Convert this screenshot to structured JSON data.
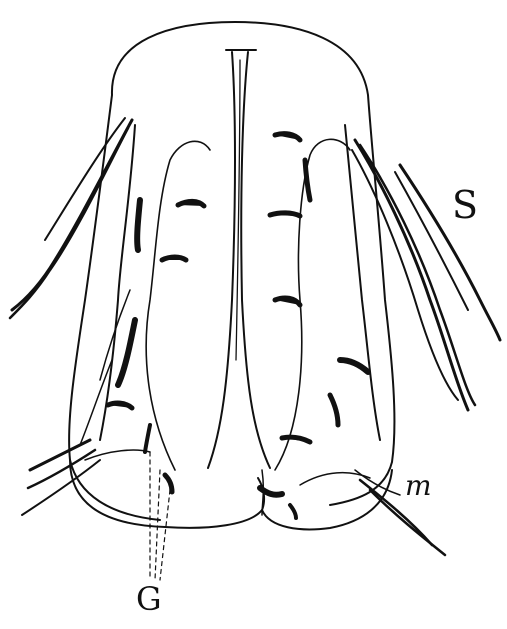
{
  "figure": {
    "labels": {
      "s": "S",
      "m": "m",
      "g": "G"
    },
    "colors": {
      "ink": "#111111",
      "paper": "#ffffff"
    }
  }
}
